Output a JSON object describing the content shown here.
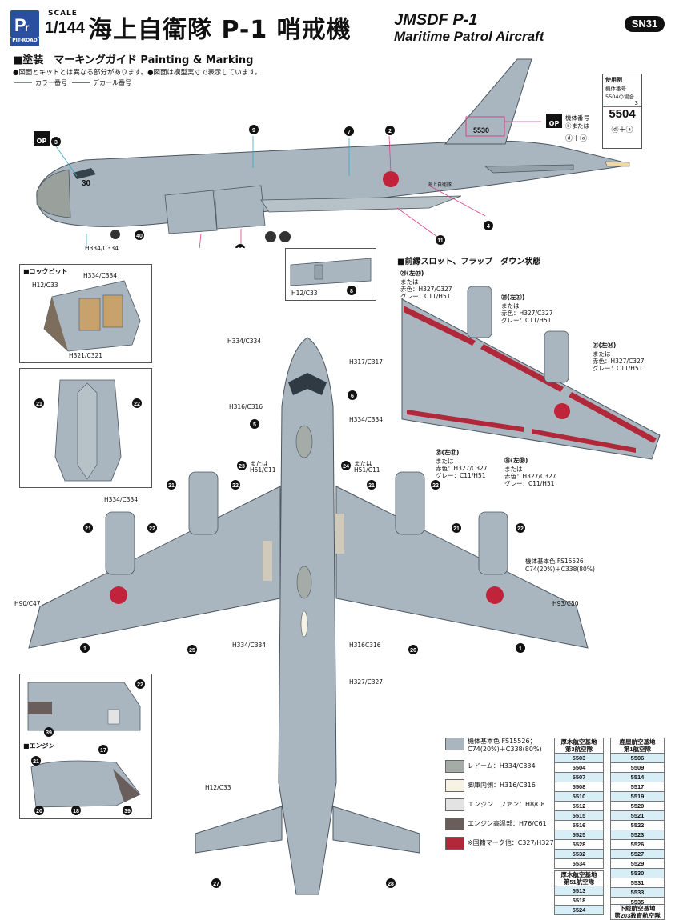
{
  "header": {
    "brand": "PIT-ROAD",
    "scale_label": "SCALE",
    "scale_value": "1/144",
    "title_jp": "海上自衛隊 P-1 哨戒機",
    "title_en_1": "JMSDF P-1",
    "title_en_2": "Maritime Patrol Aircraft",
    "product_code": "SN31"
  },
  "section": {
    "heading": "■塗装　マーキングガイド Painting & Marking",
    "note": "●図面とキットとは異なる部分があります。●図面は模型実寸で表示しています。",
    "legend_color": "カラー番号",
    "legend_decal": "デカール番号"
  },
  "usage_example": {
    "title": "使用例",
    "line1": "機体番号",
    "line2": "5504の場合",
    "digits": "5504",
    "small_num": "3",
    "decals": "ⓓ＋ⓐ"
  },
  "side_view": {
    "tail_number": "5530",
    "nose_number": "30",
    "hull_text": "海上自衛隊",
    "serial_note_1": "機体番号",
    "serial_note_2": "ⓑまたは",
    "serial_note_3": "ⓓ＋ⓐ",
    "op_badge": "OP",
    "label_h334": "H334/C334"
  },
  "cockpit": {
    "title": "■コックピット",
    "c1": "H12/C33",
    "c2": "H334/C334",
    "c3": "H321/C321"
  },
  "slats": {
    "title": "■前縁スロット、フラップ　ダウン状態",
    "a_num": "㉙(左㉜)",
    "a_lines": [
      "または",
      "赤色：H327/C327",
      "グレー：C11/H51"
    ],
    "b_num": "㉚(左㉝)",
    "b_lines": [
      "または",
      "赤色：H327/C327",
      "グレー：C11/H51"
    ],
    "c_num": "㉛(左㉞)",
    "c_lines": [
      "または",
      "赤色：H327/C327",
      "グレー：C11/H51"
    ],
    "d_num": "㉟(左㊲)",
    "d_lines": [
      "または",
      "赤色：H327/C327",
      "グレー：C11/H51"
    ],
    "e_num": "㊱(左㊳)",
    "e_lines": [
      "または",
      "赤色：H327/C327",
      "グレー：C11/H51"
    ]
  },
  "top_view_labels": {
    "nose": "H334/C334",
    "windows": "H317/C317",
    "cockpit_frame": "H316/C316",
    "radome": "H334/C334",
    "nacelle": "H334/C334",
    "alt_left_1": "または",
    "alt_left_2": "H51/C11",
    "alt_right_1": "または",
    "alt_right_2": "H51/C11",
    "wing_base": "機体基本色 FS15526：",
    "wing_base_2": "C74(20%)＋C338(80%)",
    "left_tip": "H90/C47",
    "right_tip": "H93/C50",
    "belly": "H334/C334",
    "inner": "H316C316",
    "fuselage": "H327/C327",
    "tail": "H12/C33"
  },
  "engine": {
    "title": "■エンジン"
  },
  "color_key": [
    {
      "color": "#a9b6bf",
      "label": "機体基本色 FS15526；",
      "label2": "C74(20%)＋C338(80%)"
    },
    {
      "color": "#a5aba6",
      "label": "レドーム：H334/C334",
      "label2": ""
    },
    {
      "color": "#f6f3e4",
      "label": "脚庫内側：H316/C316",
      "label2": ""
    },
    {
      "color": "#e3e3e3",
      "label": "エンジン　ファン：H8/C8",
      "label2": ""
    },
    {
      "color": "#6a5e5c",
      "label": "エンジン高温部：H76/C61",
      "label2": ""
    },
    {
      "color": "#b0283a",
      "label": "※国籍マーク他：C327/H327",
      "label2": ""
    }
  ],
  "serial_tables": {
    "atsugi_title_1": "厚木航空基地",
    "atsugi_title_2": "第3航空隊",
    "atsugi": [
      "5503",
      "5504",
      "5507",
      "5508",
      "5510",
      "5512",
      "5515",
      "5516",
      "5525",
      "5528",
      "5532",
      "5534"
    ],
    "atsugi51_title_1": "厚木航空基地",
    "atsugi51_title_2": "第51航空隊",
    "atsugi51": [
      "5513",
      "5518",
      "5524"
    ],
    "kanoya_title_1": "鹿屋航空基地",
    "kanoya_title_2": "第1航空隊",
    "kanoya": [
      "5506",
      "5509",
      "5514",
      "5517",
      "5519",
      "5520",
      "5521",
      "5522",
      "5523",
      "5526",
      "5527",
      "5529",
      "5530",
      "5531",
      "5533",
      "5535"
    ],
    "shimofusa_title_1": "下総航空基地",
    "shimofusa_title_2": "第203教育航空隊"
  },
  "callouts": [
    "1",
    "4",
    "5",
    "6",
    "7",
    "8",
    "9",
    "11",
    "17",
    "18",
    "20",
    "21",
    "22",
    "23",
    "24",
    "25",
    "26",
    "27",
    "28",
    "39",
    "40"
  ],
  "colors": {
    "airframe": "#a9b6bf",
    "dark_line": "#4a5660",
    "roundel": "#c0233a",
    "decal_pink": "#d9418a",
    "color_cyan": "#3aa6c8"
  }
}
